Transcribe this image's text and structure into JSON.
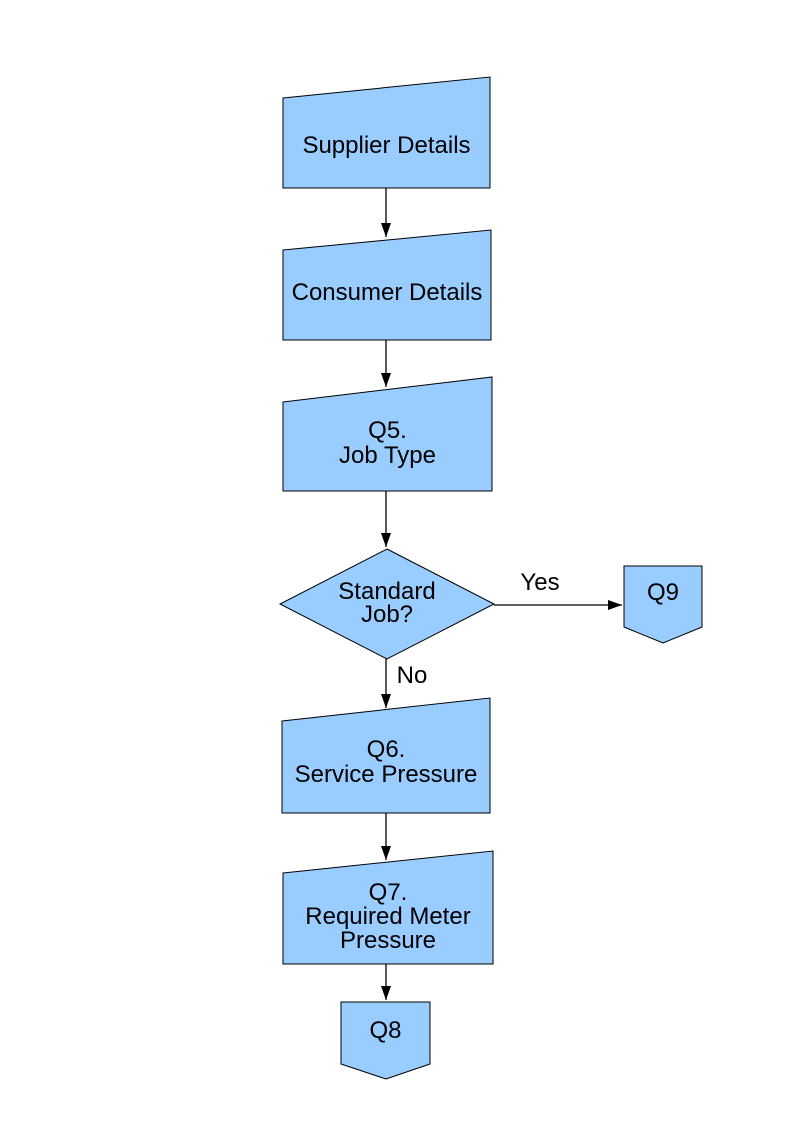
{
  "colors": {
    "node_fill": "#99CCFF",
    "node_border": "#000000",
    "arrow": "#000000",
    "text": "#000000",
    "page_bg": "#FFFFFF"
  },
  "diagram": {
    "nodes": {
      "supplier": {
        "type": "manual-input",
        "lines": [
          "Supplier Details"
        ]
      },
      "consumer": {
        "type": "manual-input",
        "lines": [
          "Consumer Details"
        ]
      },
      "q5": {
        "type": "manual-input",
        "lines": [
          "Q5.",
          "Job Type"
        ]
      },
      "decision": {
        "type": "decision",
        "lines": [
          "Standard",
          "Job?"
        ]
      },
      "q9": {
        "type": "off-page-connector",
        "lines": [
          "Q9"
        ]
      },
      "q6": {
        "type": "manual-input",
        "lines": [
          "Q6.",
          "Service Pressure"
        ]
      },
      "q7": {
        "type": "manual-input",
        "lines": [
          "Q7.",
          "Required Meter",
          "Pressure"
        ]
      },
      "q8": {
        "type": "off-page-connector",
        "lines": [
          "Q8"
        ]
      }
    },
    "edges": [
      {
        "from": "supplier",
        "to": "consumer",
        "label": ""
      },
      {
        "from": "consumer",
        "to": "q5",
        "label": ""
      },
      {
        "from": "q5",
        "to": "decision",
        "label": ""
      },
      {
        "from": "decision",
        "to": "q9",
        "label": "Yes"
      },
      {
        "from": "decision",
        "to": "q6",
        "label": "No"
      },
      {
        "from": "q6",
        "to": "q7",
        "label": ""
      },
      {
        "from": "q7",
        "to": "q8",
        "label": ""
      }
    ]
  }
}
